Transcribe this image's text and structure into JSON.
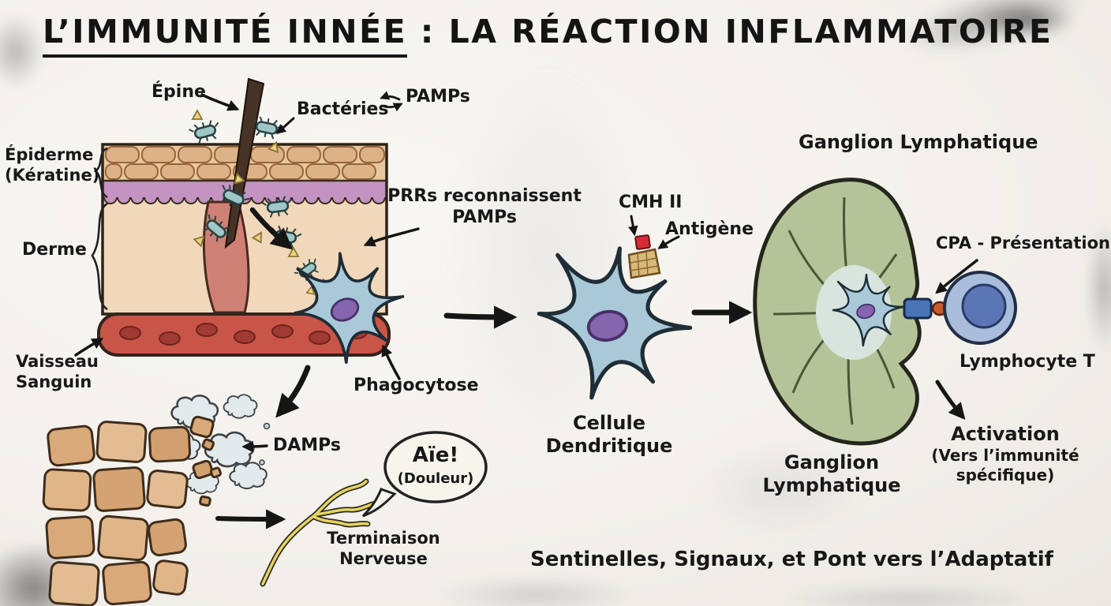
{
  "title": {
    "underlined": "L’IMMUNITÉ INNÉE",
    "rest": " : LA RÉACTION INFLAMMATOIRE"
  },
  "skin_section": {
    "epine": "Épine",
    "bacteries": "Bactéries",
    "pamps": "PAMPs",
    "epiderme_line1": "Épiderme",
    "epiderme_line2": "(Kératine)",
    "derme": "Derme",
    "vaisseau_line1": "Vaisseau",
    "vaisseau_line2": "Sanguin"
  },
  "innate_response": {
    "prrs_line1": "PRRs reconnaissent",
    "prrs_line2": "PAMPs",
    "phagocytose": "Phagocytose",
    "damps": "DAMPs",
    "aie": "Aïe!",
    "douleur": "(Douleur)",
    "terminaison_line1": "Terminaison",
    "terminaison_line2": "Nerveuse"
  },
  "dendritic_cell": {
    "cmh": "CMH II",
    "antigene": "Antigène",
    "name_line1": "Cellule",
    "name_line2": "Dendritique"
  },
  "lymph_node": {
    "title_top": "Ganglion Lymphatique",
    "cpa": "CPA - Présentation",
    "lymphocyte_t": "Lymphocyte T",
    "name_line1": "Ganglion",
    "name_line2": "Lymphatique",
    "activation_line1": "Activation",
    "activation_line2": "(Vers l’immunité",
    "activation_line3": "spécifique)"
  },
  "footer": "Sentinelles, Signaux, et Pont vers l’Adaptatif",
  "colors": {
    "ink": "#1c1c1c",
    "cell_body": "#a9c9d8",
    "nucleus": "#8465ae",
    "node_green": "#b5c398",
    "vessel_red": "#c95549",
    "epidermis_tan": "#e8c79d",
    "granular_purple": "#c493c1",
    "dermis_peach": "#f1d8ba",
    "bacteria_teal": "#9fc6c9",
    "nerve_yellow": "#e8d55e",
    "tcell_blue": "#a9bedd"
  }
}
